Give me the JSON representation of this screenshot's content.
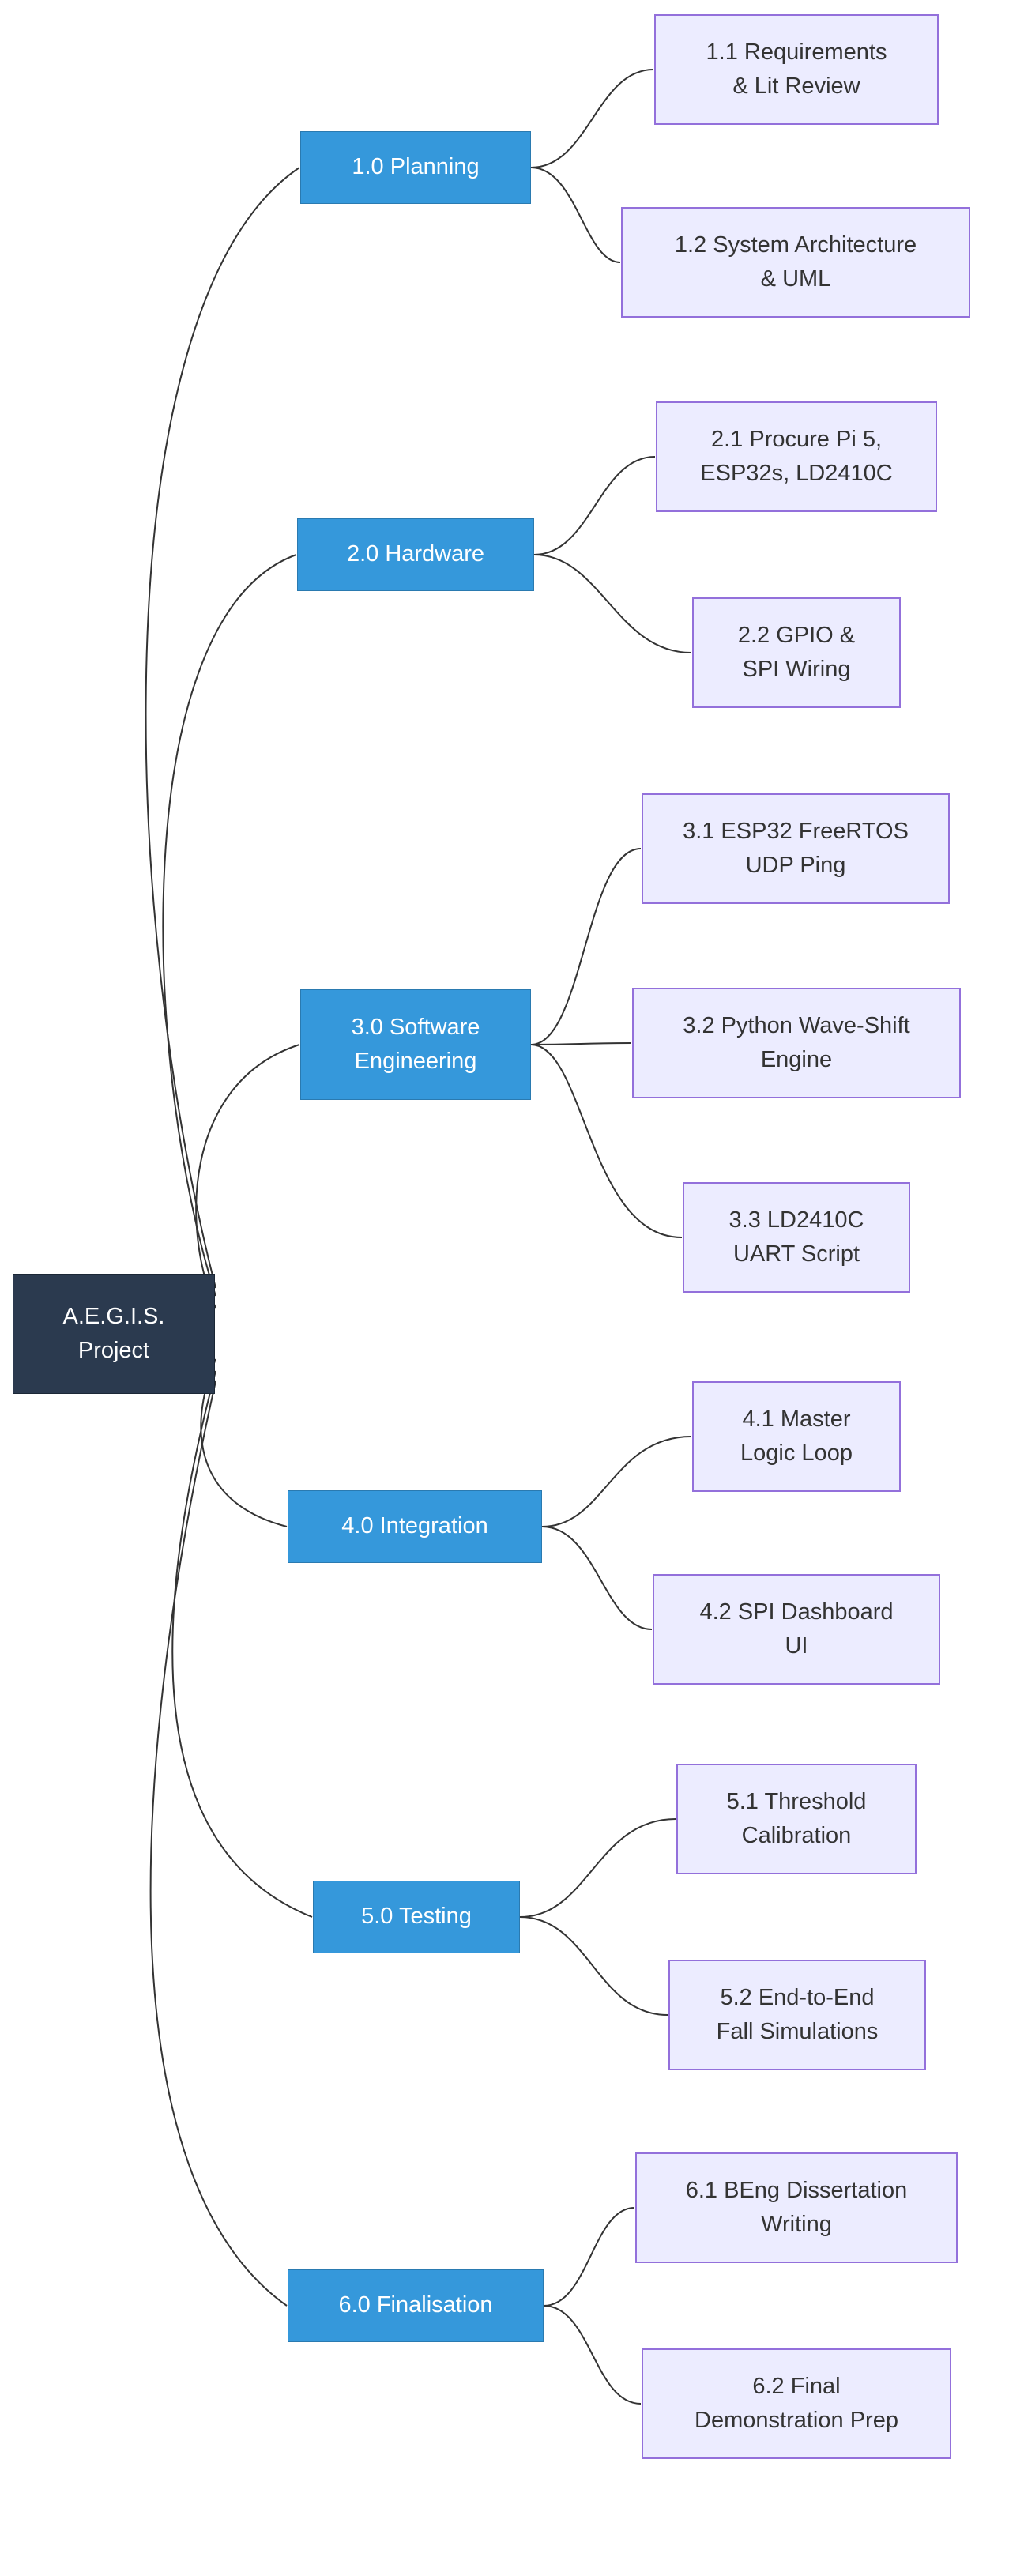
{
  "colors": {
    "root-fill": "#2b3a4f",
    "root-text": "#ffffff",
    "branch-fill": "#3598db",
    "branch-border": "#2a7ab0",
    "branch-text": "#ffffff",
    "leaf-fill": "#ececff",
    "leaf-border": "#9370db",
    "leaf-text": "#333333",
    "edge": "#333333",
    "background": "#ffffff"
  },
  "diagram": {
    "type": "mindmap-flowchart",
    "root": {
      "label": "A.E.G.I.S.\nProject"
    },
    "branches": [
      {
        "label": "1.0 Planning",
        "children": [
          {
            "label": "1.1 Requirements\n& Lit Review"
          },
          {
            "label": "1.2 System Architecture\n& UML"
          }
        ]
      },
      {
        "label": "2.0 Hardware",
        "children": [
          {
            "label": "2.1 Procure Pi 5,\nESP32s, LD2410C"
          },
          {
            "label": "2.2 GPIO &\nSPI Wiring"
          }
        ]
      },
      {
        "label": "3.0 Software\nEngineering",
        "children": [
          {
            "label": "3.1 ESP32 FreeRTOS\nUDP Ping"
          },
          {
            "label": "3.2 Python Wave-Shift\nEngine"
          },
          {
            "label": "3.3 LD2410C\nUART Script"
          }
        ]
      },
      {
        "label": "4.0 Integration",
        "children": [
          {
            "label": "4.1 Master\nLogic Loop"
          },
          {
            "label": "4.2 SPI Dashboard\nUI"
          }
        ]
      },
      {
        "label": "5.0 Testing",
        "children": [
          {
            "label": "5.1 Threshold\nCalibration"
          },
          {
            "label": "5.2 End-to-End\nFall Simulations"
          }
        ]
      },
      {
        "label": "6.0 Finalisation",
        "children": [
          {
            "label": "6.1 BEng Dissertation\nWriting"
          },
          {
            "label": "6.2 Final\nDemonstration Prep"
          }
        ]
      }
    ]
  }
}
